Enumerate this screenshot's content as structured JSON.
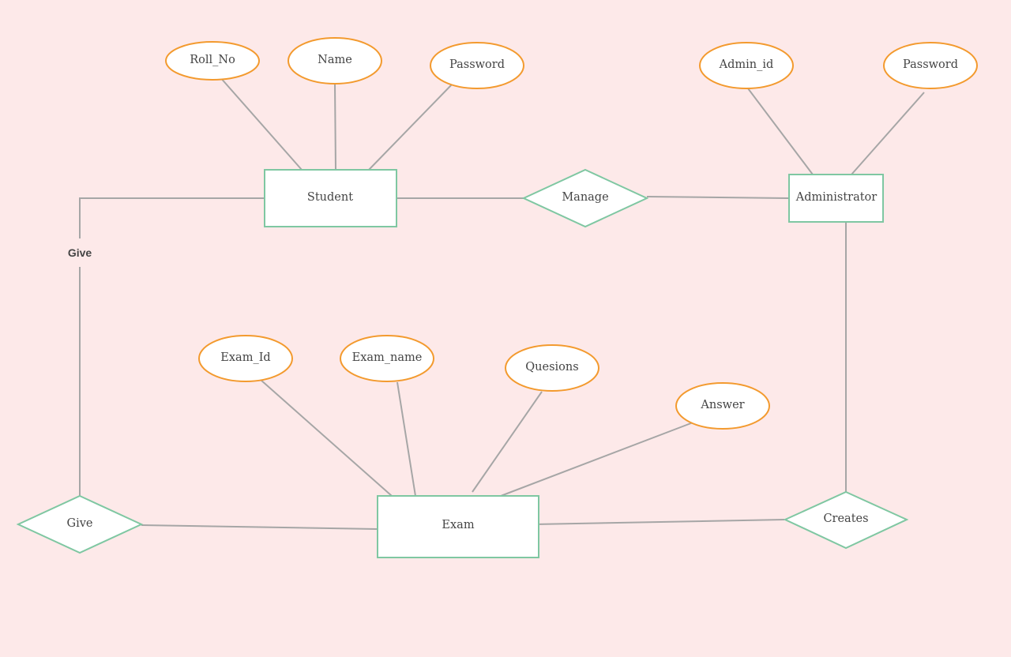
{
  "diagram": {
    "background": "#fde9e9",
    "entity_stroke": "#7fc7a2",
    "attribute_stroke": "#f39a2e",
    "connector_color": "#a6a6a6",
    "entities": {
      "student": "Student",
      "administrator": "Administrator",
      "exam": "Exam"
    },
    "relationships": {
      "manage": "Manage",
      "give": "Give",
      "creates": "Creates"
    },
    "attributes": {
      "roll_no": "Roll_No",
      "name": "Name",
      "student_password": "Password",
      "admin_id": "Admin_id",
      "admin_password": "Password",
      "exam_id": "Exam_Id",
      "exam_name": "Exam_name",
      "questions": "Quesions",
      "answer": "Answer"
    },
    "edge_labels": {
      "give": "Give"
    }
  }
}
